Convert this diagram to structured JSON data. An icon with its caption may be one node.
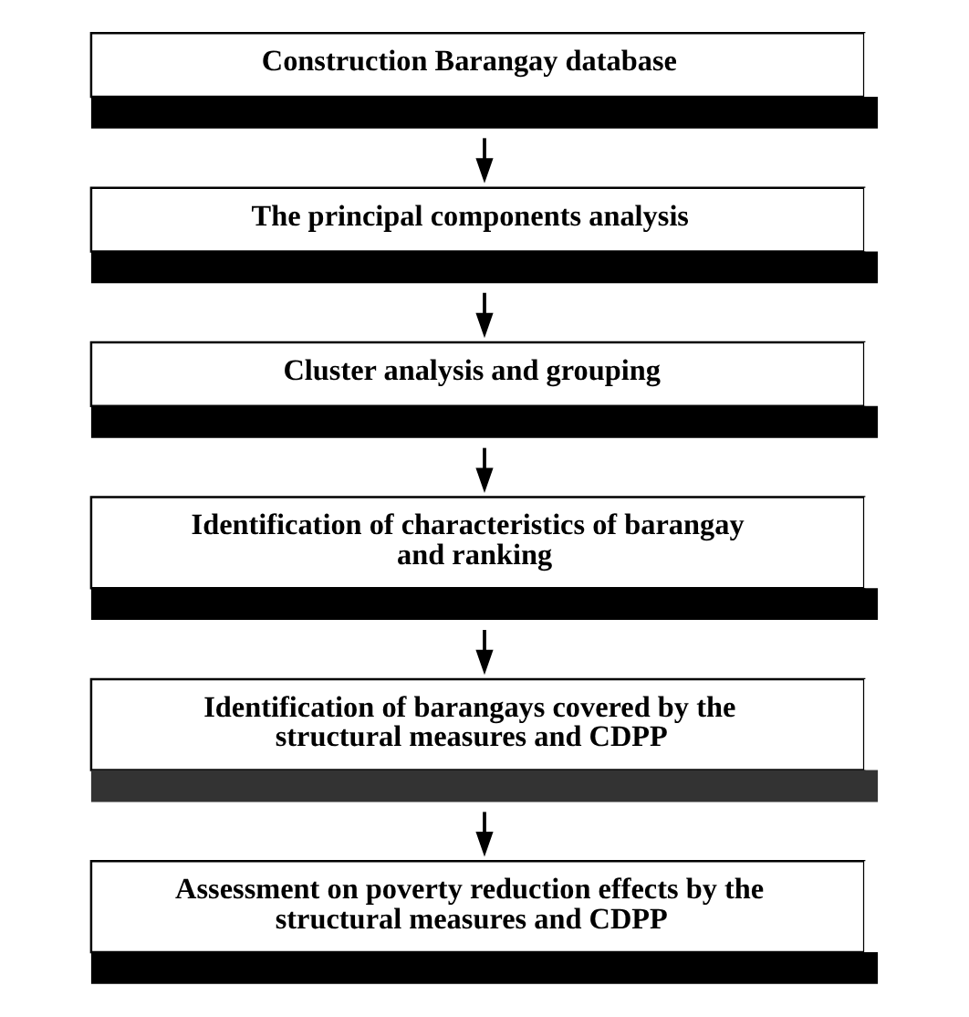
{
  "diagram": {
    "nodes": [
      {
        "text": [
          "Construction Barangay database"
        ]
      },
      {
        "text": [
          "The principal components analysis"
        ]
      },
      {
        "text": [
          "Cluster analysis and grouping"
        ]
      },
      {
        "text": [
          "Identification of characteristics of barangay and ranking"
        ]
      },
      {
        "text": [
          "Identification of barangays covered by the structural measures and CDPP"
        ]
      },
      {
        "text": [
          "Assessment on poverty reduction effects by the structural measures and CDPP"
        ]
      }
    ],
    "edges": [
      {
        "from": 0,
        "to": 1,
        "arrow": "to"
      },
      {
        "from": 1,
        "to": 2,
        "arrow": "to"
      },
      {
        "from": 2,
        "to": 3,
        "arrow": "to"
      },
      {
        "from": 3,
        "to": 4,
        "arrow": "to"
      },
      {
        "from": 4,
        "to": 5,
        "arrow": "to"
      }
    ]
  }
}
